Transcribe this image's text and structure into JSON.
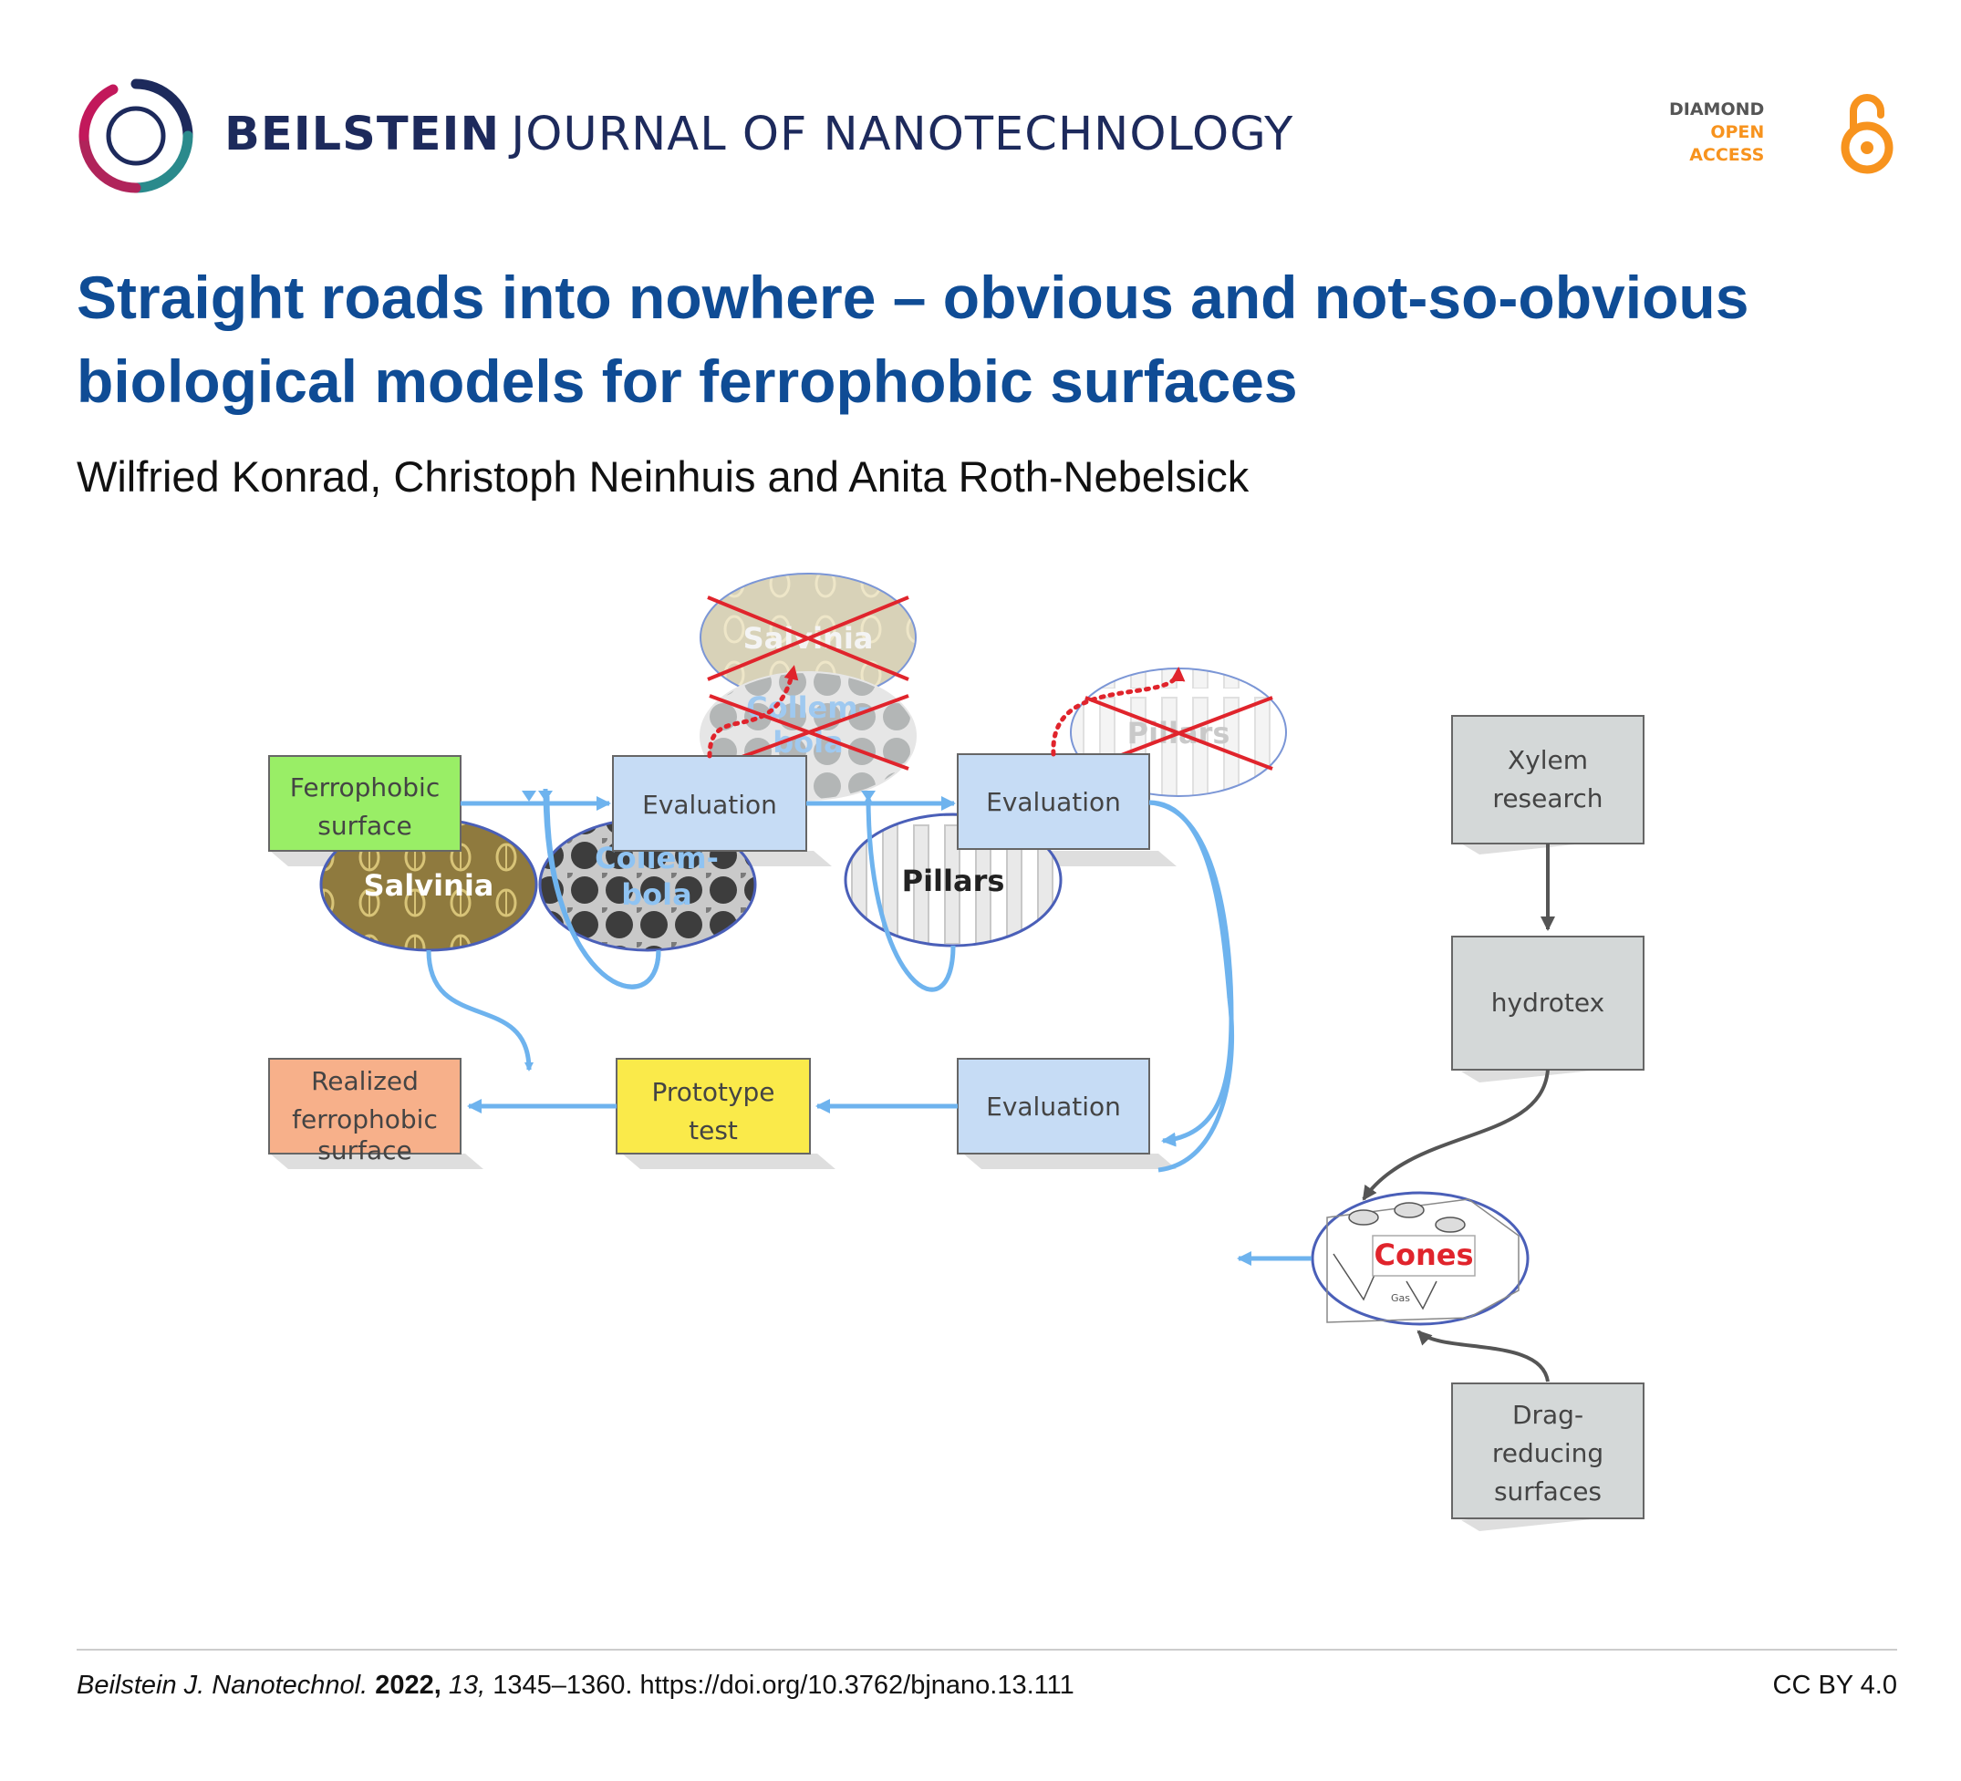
{
  "header": {
    "journal_bold": "BEILSTEIN",
    "journal_rest": "JOURNAL OF NANOTECHNOLOGY",
    "oa_line1": "DIAMOND",
    "oa_line2": "OPEN",
    "oa_line3": "ACCESS"
  },
  "article": {
    "title_line1": "Straight roads into nowhere – obvious and not-so-obvious",
    "title_line2": "biological models for ferrophobic surfaces",
    "authors": "Wilfried Konrad, Christoph Neinhuis and Anita Roth-Nebelsick"
  },
  "figure": {
    "nodes": {
      "ferrophobic_1": "Ferrophobic",
      "ferrophobic_2": "surface",
      "eval1": "Evaluation",
      "eval2": "Evaluation",
      "eval3": "Evaluation",
      "realized_1": "Realized",
      "realized_2": "ferrophobic",
      "realized_3": "surface",
      "prototype_1": "Prototype",
      "prototype_2": "test",
      "xylem_1": "Xylem",
      "xylem_2": "research",
      "hydrotex": "hydrotex",
      "drag_1": "Drag-",
      "drag_2": "reducing",
      "drag_3": "surfaces"
    },
    "ovals": {
      "salvinia": "Salvinia",
      "collembola_1": "Collem-",
      "collembola_2": "bola",
      "pillars": "Pillars",
      "cones": "Cones",
      "gas": "Gas",
      "rejected_salvinia": "Salvinia",
      "rejected_collembola_1": "Collem-",
      "rejected_collembola_2": "bola",
      "rejected_pillars": "Pillars"
    },
    "colors": {
      "green": "#99ee66",
      "blue": "#c6dcf5",
      "orange": "#f7b08a",
      "yellow": "#faea4a",
      "gray": "#d4d8d8",
      "arrow_blue": "#6eb3ee",
      "reject_red": "#e0242c"
    }
  },
  "footer": {
    "journal": "Beilstein J. Nanotechnol.",
    "year": "2022,",
    "volume": "13,",
    "pages_doi": "1345–1360. https://doi.org/10.3762/bjnano.13.111",
    "license": "CC BY 4.0"
  }
}
